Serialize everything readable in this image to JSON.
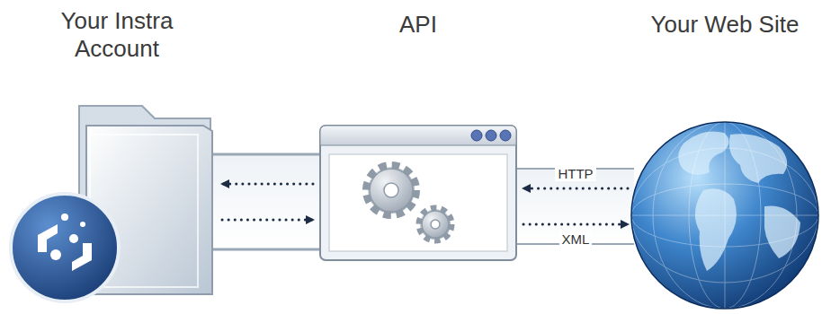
{
  "diagram": {
    "nodes": [
      {
        "text": [
          "Your Instra Account"
        ]
      },
      {
        "text": [
          "API"
        ]
      },
      {
        "text": [
          "Your Web Site"
        ]
      }
    ],
    "edges": [
      {
        "from": 1,
        "to": 0,
        "arrow": "to"
      },
      {
        "from": 0,
        "to": 1,
        "arrow": "to"
      },
      {
        "from": 2,
        "to": 1,
        "label": "HTTP",
        "arrow": "to"
      },
      {
        "from": 1,
        "to": 2,
        "label": "XML",
        "arrow": "to"
      }
    ]
  }
}
